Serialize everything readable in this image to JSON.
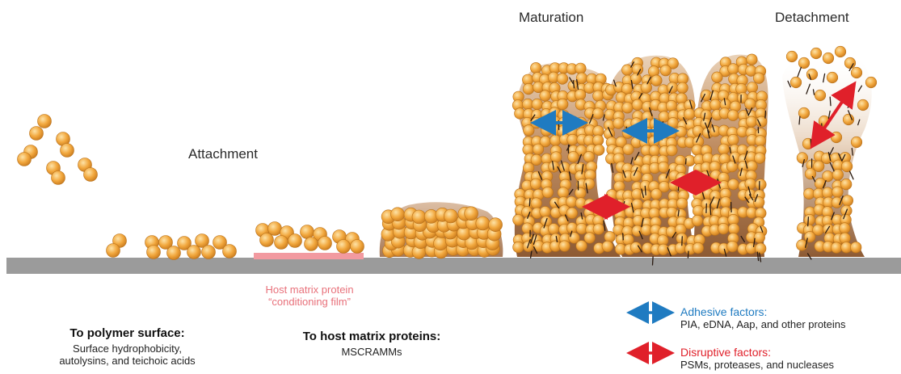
{
  "stages": {
    "attachment": "Attachment",
    "maturation": "Maturation",
    "detachment": "Detachment"
  },
  "host_matrix": {
    "line1": "Host matrix protein",
    "line2": "“conditioning film”"
  },
  "polymer": {
    "title": "To polymer surface:",
    "line1": "Surface hydrophobicity,",
    "line2": "autolysins, and teichoic acids"
  },
  "host": {
    "title": "To host matrix proteins:",
    "line1": "MSCRAMMs"
  },
  "legend": {
    "adhesive": {
      "title": "Adhesive factors:",
      "desc": "PIA, eDNA, Aap, and other proteins",
      "color": "#1f7bc1"
    },
    "disruptive": {
      "title": "Disruptive factors:",
      "desc": "PSMs, proteases, and nucleases",
      "color": "#e0202a"
    }
  },
  "colors": {
    "surface": "#9b9b9b",
    "conditioning_film": "#f29aa0",
    "cell_fill": "#f0a840",
    "cell_stroke": "#b8711a",
    "matrix": "#a7714a"
  }
}
